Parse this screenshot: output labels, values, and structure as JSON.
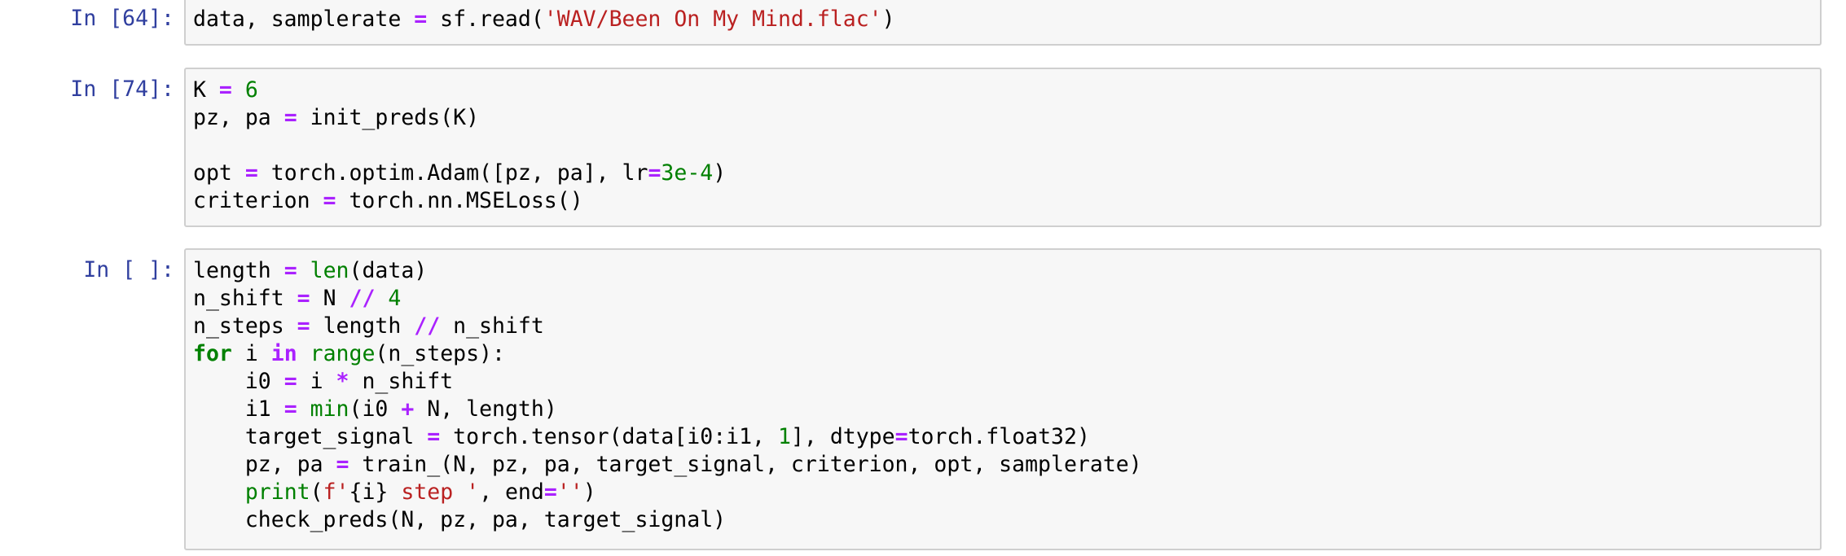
{
  "cells": [
    {
      "prompt": "In [64]:",
      "lines": [
        [
          {
            "t": "data, samplerate ",
            "c": ""
          },
          {
            "t": "=",
            "c": "op"
          },
          {
            "t": " sf.read(",
            "c": ""
          },
          {
            "t": "'WAV/Been On My Mind.flac'",
            "c": "str"
          },
          {
            "t": ")",
            "c": ""
          }
        ]
      ]
    },
    {
      "prompt": "In [74]:",
      "lines": [
        [
          {
            "t": "K ",
            "c": ""
          },
          {
            "t": "=",
            "c": "op"
          },
          {
            "t": " ",
            "c": ""
          },
          {
            "t": "6",
            "c": "num"
          }
        ],
        [
          {
            "t": "pz, pa ",
            "c": ""
          },
          {
            "t": "=",
            "c": "op"
          },
          {
            "t": " init_preds(K)",
            "c": ""
          }
        ],
        [],
        [
          {
            "t": "opt ",
            "c": ""
          },
          {
            "t": "=",
            "c": "op"
          },
          {
            "t": " torch.optim.Adam([pz, pa], lr",
            "c": ""
          },
          {
            "t": "=",
            "c": "op"
          },
          {
            "t": "3e-4",
            "c": "num"
          },
          {
            "t": ")",
            "c": ""
          }
        ],
        [
          {
            "t": "criterion ",
            "c": ""
          },
          {
            "t": "=",
            "c": "op"
          },
          {
            "t": " torch.nn.MSELoss()",
            "c": ""
          }
        ]
      ]
    },
    {
      "prompt": "In [ ]:",
      "lines": [
        [
          {
            "t": "length ",
            "c": ""
          },
          {
            "t": "=",
            "c": "op"
          },
          {
            "t": " ",
            "c": ""
          },
          {
            "t": "len",
            "c": "bi"
          },
          {
            "t": "(data)",
            "c": ""
          }
        ],
        [
          {
            "t": "n_shift ",
            "c": ""
          },
          {
            "t": "=",
            "c": "op"
          },
          {
            "t": " N ",
            "c": ""
          },
          {
            "t": "//",
            "c": "op"
          },
          {
            "t": " ",
            "c": ""
          },
          {
            "t": "4",
            "c": "num"
          }
        ],
        [
          {
            "t": "n_steps ",
            "c": ""
          },
          {
            "t": "=",
            "c": "op"
          },
          {
            "t": " length ",
            "c": ""
          },
          {
            "t": "//",
            "c": "op"
          },
          {
            "t": " n_shift",
            "c": ""
          }
        ],
        [
          {
            "t": "for",
            "c": "kw"
          },
          {
            "t": " i ",
            "c": ""
          },
          {
            "t": "in",
            "c": "op"
          },
          {
            "t": " ",
            "c": ""
          },
          {
            "t": "range",
            "c": "bi"
          },
          {
            "t": "(n_steps):",
            "c": ""
          }
        ],
        [
          {
            "t": "    i0 ",
            "c": ""
          },
          {
            "t": "=",
            "c": "op"
          },
          {
            "t": " i ",
            "c": ""
          },
          {
            "t": "*",
            "c": "op"
          },
          {
            "t": " n_shift",
            "c": ""
          }
        ],
        [
          {
            "t": "    i1 ",
            "c": ""
          },
          {
            "t": "=",
            "c": "op"
          },
          {
            "t": " ",
            "c": ""
          },
          {
            "t": "min",
            "c": "bi"
          },
          {
            "t": "(i0 ",
            "c": ""
          },
          {
            "t": "+",
            "c": "op"
          },
          {
            "t": " N, length)",
            "c": ""
          }
        ],
        [
          {
            "t": "    target_signal ",
            "c": ""
          },
          {
            "t": "=",
            "c": "op"
          },
          {
            "t": " torch.tensor(data[i0:i1, ",
            "c": ""
          },
          {
            "t": "1",
            "c": "num"
          },
          {
            "t": "], dtype",
            "c": ""
          },
          {
            "t": "=",
            "c": "op"
          },
          {
            "t": "torch.float32)",
            "c": ""
          }
        ],
        [
          {
            "t": "    pz, pa ",
            "c": ""
          },
          {
            "t": "=",
            "c": "op"
          },
          {
            "t": " train_(N, pz, pa, target_signal, criterion, opt, samplerate)",
            "c": ""
          }
        ],
        [
          {
            "t": "    ",
            "c": ""
          },
          {
            "t": "print",
            "c": "bi"
          },
          {
            "t": "(",
            "c": ""
          },
          {
            "t": "f'",
            "c": "str"
          },
          {
            "t": "{i}",
            "c": ""
          },
          {
            "t": " step '",
            "c": "str"
          },
          {
            "t": ", end",
            "c": ""
          },
          {
            "t": "=",
            "c": "op"
          },
          {
            "t": "''",
            "c": "str"
          },
          {
            "t": ")",
            "c": ""
          }
        ],
        [
          {
            "t": "    check_preds(N, pz, pa, target_signal)",
            "c": ""
          }
        ]
      ]
    }
  ]
}
